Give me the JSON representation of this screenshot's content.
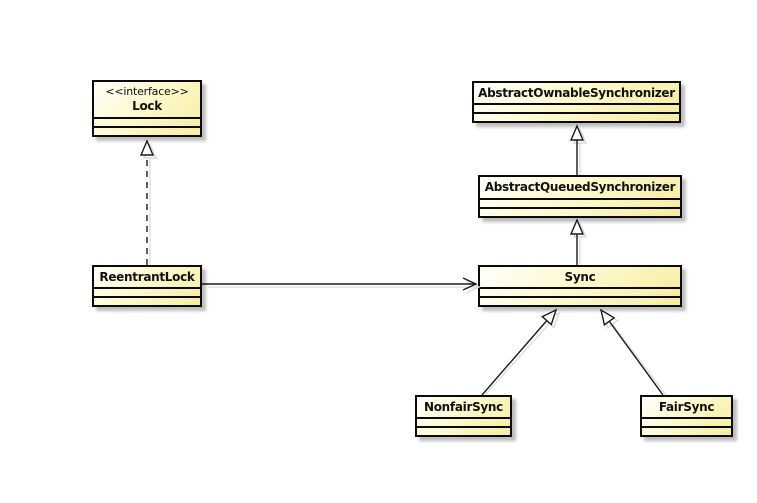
{
  "diagram": {
    "kind": "uml-class-diagram",
    "background_color": "#ffffff",
    "box_border_color": "#0a0a0a",
    "box_fill_light": "#fffffb",
    "box_fill_dark": "#f6eda1",
    "shadow_color": "#bdbdbd",
    "classes": [
      {
        "id": "lock",
        "stereotype": "<<interface>>",
        "name": "Lock"
      },
      {
        "id": "aos",
        "name": "AbstractOwnableSynchronizer"
      },
      {
        "id": "aqs",
        "name": "AbstractQueuedSynchronizer"
      },
      {
        "id": "reentrantlock",
        "name": "ReentrantLock"
      },
      {
        "id": "sync",
        "name": "Sync"
      },
      {
        "id": "nonfairsync",
        "name": "NonfairSync"
      },
      {
        "id": "fairsync",
        "name": "FairSync"
      }
    ],
    "relationships": [
      {
        "from": "ReentrantLock",
        "to": "Lock",
        "type": "realization",
        "line": "dashed",
        "arrowhead": "hollow-triangle"
      },
      {
        "from": "AbstractQueuedSynchronizer",
        "to": "AbstractOwnableSynchronizer",
        "type": "generalization",
        "line": "solid",
        "arrowhead": "hollow-triangle"
      },
      {
        "from": "Sync",
        "to": "AbstractQueuedSynchronizer",
        "type": "generalization",
        "line": "solid",
        "arrowhead": "hollow-triangle"
      },
      {
        "from": "ReentrantLock",
        "to": "Sync",
        "type": "association",
        "line": "solid",
        "arrowhead": "open-arrow"
      },
      {
        "from": "NonfairSync",
        "to": "Sync",
        "type": "generalization",
        "line": "solid",
        "arrowhead": "hollow-triangle"
      },
      {
        "from": "FairSync",
        "to": "Sync",
        "type": "generalization",
        "line": "solid",
        "arrowhead": "hollow-triangle"
      }
    ]
  }
}
